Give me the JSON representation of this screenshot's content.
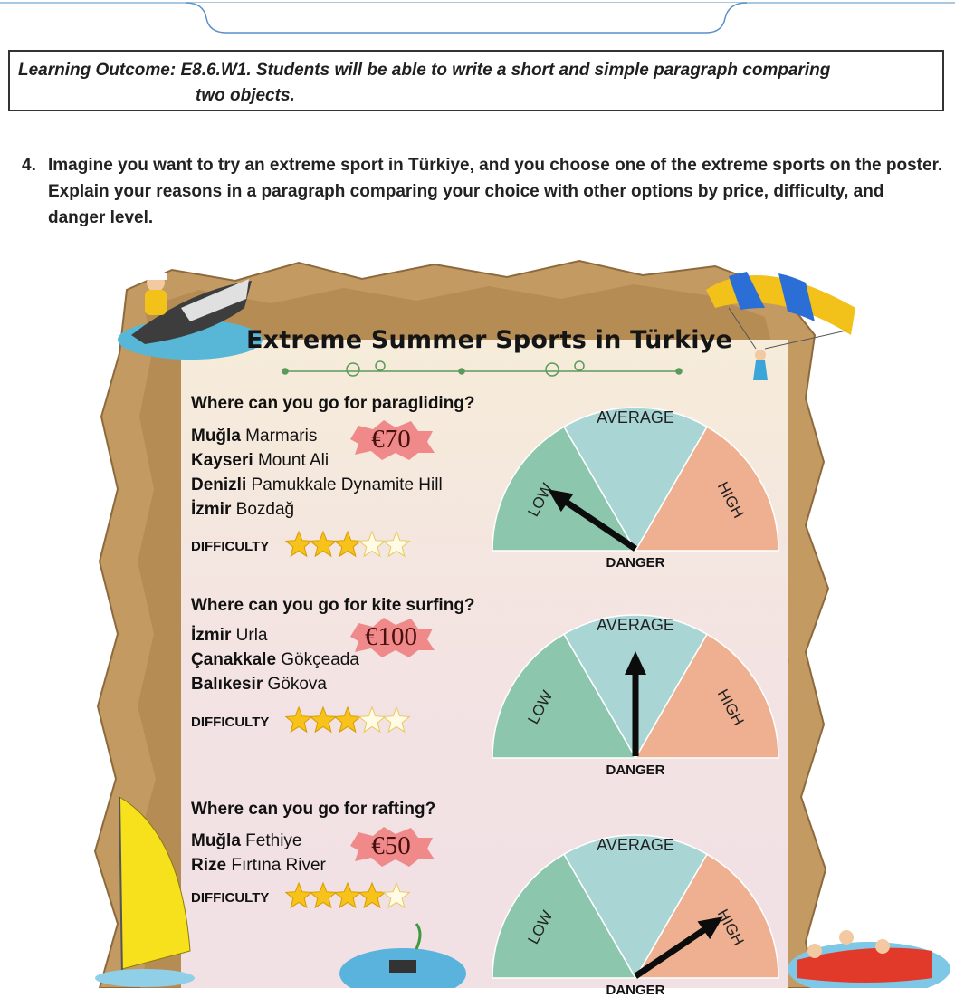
{
  "learning_outcome": {
    "line1": "Learning Outcome: E8.6.W1. Students will be able to write a short and simple paragraph comparing",
    "line2": "two objects."
  },
  "question": {
    "number": "4.",
    "text": "Imagine you want to try an extreme sport in Türkiye, and you choose one of the extreme sports on the poster. Explain your reasons in a paragraph comparing your choice with other options by price, difficulty, and danger level."
  },
  "poster": {
    "title": "Extreme Summer Sports in Türkiye",
    "difficulty_label": "DIFFICULTY",
    "gauge_labels": {
      "low": "LOW",
      "average": "AVERAGE",
      "high": "HIGH",
      "danger": "DANGER"
    },
    "colors": {
      "low": "#8cc6ad",
      "average": "#a9d6d5",
      "high": "#eeb090",
      "price_badge": "#f08a8a",
      "star": "#f7c21a"
    },
    "sports": [
      {
        "question": "Where can you go for paragliding?",
        "locations": [
          {
            "province": "Muğla",
            "place": "Marmaris"
          },
          {
            "province": "Kayseri",
            "place": "Mount Ali"
          },
          {
            "province": "Denizli",
            "place": "Pamukkale Dynamite Hill"
          },
          {
            "province": "İzmir",
            "place": "Bozdağ"
          }
        ],
        "price": "€70",
        "difficulty_stars": 3,
        "danger": "low"
      },
      {
        "question": "Where can you go for kite surfing?",
        "locations": [
          {
            "province": "İzmir",
            "place": "Urla"
          },
          {
            "province": "Çanakkale",
            "place": "Gökçeada"
          },
          {
            "province": "Balıkesir",
            "place": "Gökova"
          }
        ],
        "price": "€100",
        "difficulty_stars": 3,
        "danger": "average"
      },
      {
        "question": "Where can you go for rafting?",
        "locations": [
          {
            "province": "Muğla",
            "place": "Fethiye"
          },
          {
            "province": "Rize",
            "place": "Fırtına River"
          }
        ],
        "price": "€50",
        "difficulty_stars": 4,
        "danger": "high"
      }
    ]
  }
}
